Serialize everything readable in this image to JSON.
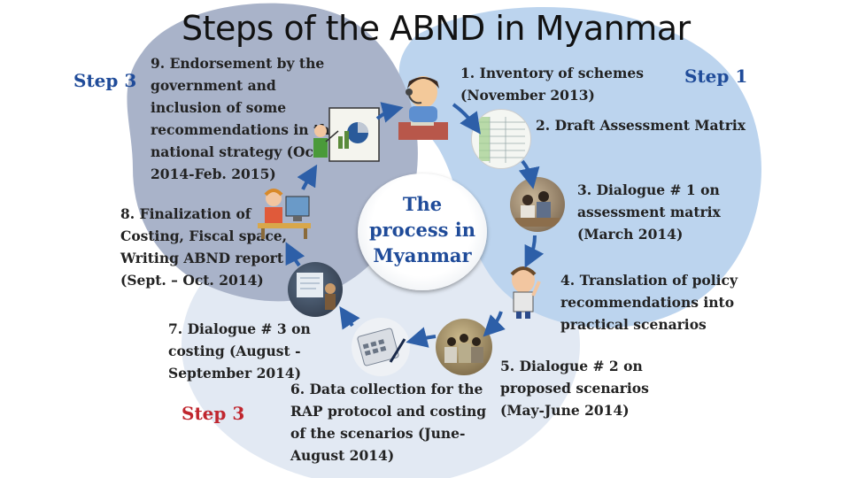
{
  "title": "Steps of the ABND in Myanmar",
  "center_label": "The\nprocess in\nMyanmar",
  "step_labels": {
    "step1": "Step 1",
    "step3_top": "Step 3",
    "step3_bottom": "Step 3"
  },
  "steps": [
    {
      "text": "1. Inventory of schemes\n(November 2013)",
      "icon": "phone-operator-icon"
    },
    {
      "text": "2. Draft Assessment Matrix",
      "icon": "spreadsheet-icon"
    },
    {
      "text": "3.  Dialogue # 1 on\n      assessment matrix\n      (March 2014)",
      "icon": "meeting-photo-icon"
    },
    {
      "text": "4. Translation of policy\nrecommendations into\npractical scenarios",
      "icon": "thinking-person-icon"
    },
    {
      "text": "5.  Dialogue # 2 on\nproposed scenarios\n(May-June 2014)",
      "icon": "meeting-photo-icon"
    },
    {
      "text": "6. Data collection for the\nRAP protocol and costing\nof the scenarios  (June-\nAugust 2014)",
      "icon": "calculator-icon"
    },
    {
      "text": "7. Dialogue # 3 on\ncosting (August -\nSeptember 2014)",
      "icon": "presentation-photo-icon"
    },
    {
      "text": "8. Finalization of\nCosting, Fiscal space,\nWriting ABND report\n(Sept. – Oct. 2014)",
      "icon": "desk-worker-icon"
    },
    {
      "text": "9. Endorsement by the\ngovernment and\ninclusion of some\nrecommendations in the\nnational strategy (Oct.\n2014-Feb. 2015)",
      "icon": "chart-presenter-icon"
    }
  ],
  "colors": {
    "step_blue": "#1f4b99",
    "step_red": "#c0262e",
    "arrow": "#2d5fa8",
    "blob_gray": "#aab3c8",
    "blob_blue": "#bcd3ee",
    "blob_light": "#dce6f2"
  }
}
